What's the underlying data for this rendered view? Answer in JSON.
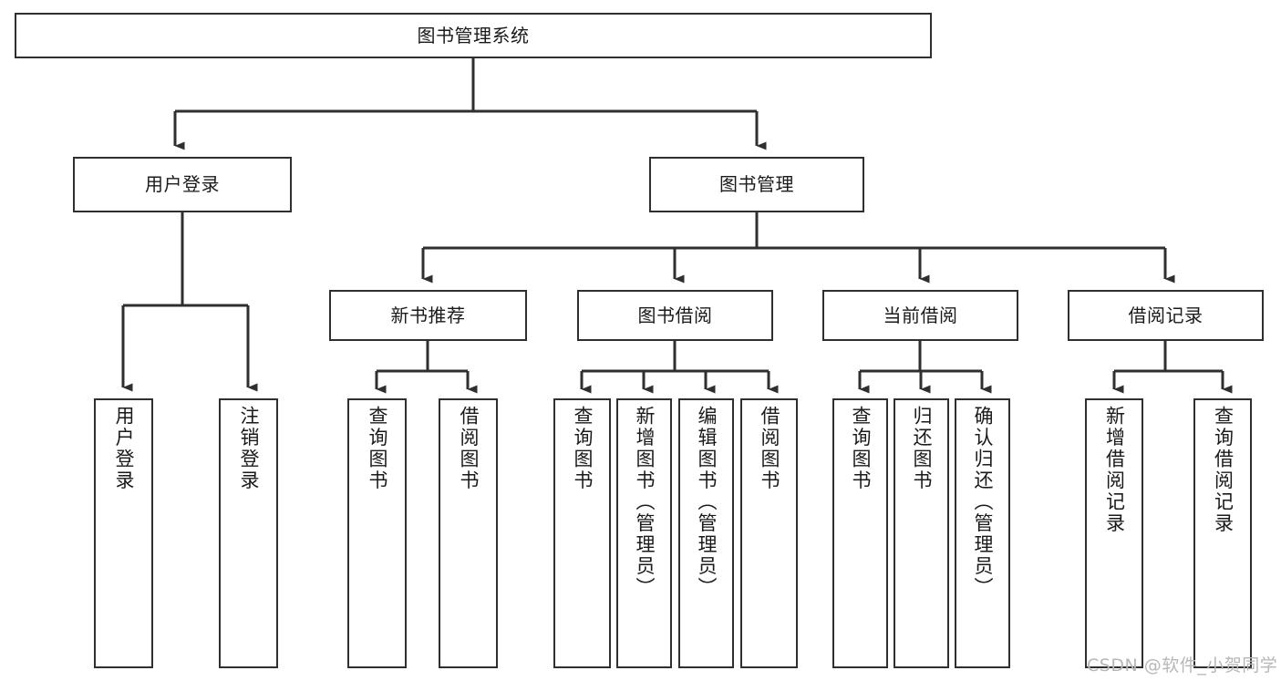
{
  "diagram": {
    "type": "tree-hierarchy",
    "title": "图书管理系统",
    "watermark": "CSDN @软件_小贺同学",
    "colors": {
      "background": "#ffffff",
      "border": "#2f2f2f",
      "text": "#1a1a1a",
      "edge": "#2f2f2f",
      "watermark": "#b7b7b7"
    },
    "nodes": {
      "root": {
        "label": "图书管理系统"
      },
      "level1": [
        {
          "id": "user-login",
          "label": "用户登录"
        },
        {
          "id": "book-management",
          "label": "图书管理"
        }
      ],
      "level2": [
        {
          "id": "new-book-recommend",
          "label": "新书推荐"
        },
        {
          "id": "book-borrow",
          "label": "图书借阅"
        },
        {
          "id": "current-borrow",
          "label": "当前借阅"
        },
        {
          "id": "borrow-record",
          "label": "借阅记录"
        }
      ],
      "leaves": [
        {
          "id": "leaf-user-login",
          "label": "用户登录",
          "parent": "user-login"
        },
        {
          "id": "leaf-logout-login",
          "label": "注销登录",
          "parent": "user-login"
        },
        {
          "id": "leaf-query-book-1",
          "label": "查询图书",
          "parent": "new-book-recommend"
        },
        {
          "id": "leaf-borrow-book-1",
          "label": "借阅图书",
          "parent": "new-book-recommend"
        },
        {
          "id": "leaf-query-book-2",
          "label": "查询图书",
          "parent": "book-borrow"
        },
        {
          "id": "leaf-add-book",
          "label": "新增图书（管理员）",
          "parent": "book-borrow"
        },
        {
          "id": "leaf-edit-book",
          "label": "编辑图书（管理员）",
          "parent": "book-borrow"
        },
        {
          "id": "leaf-borrow-book-2",
          "label": "借阅图书",
          "parent": "book-borrow"
        },
        {
          "id": "leaf-query-book-3",
          "label": "查询图书",
          "parent": "current-borrow"
        },
        {
          "id": "leaf-return-book",
          "label": "归还图书",
          "parent": "current-borrow"
        },
        {
          "id": "leaf-confirm-return",
          "label": "确认归还（管理员）",
          "parent": "current-borrow"
        },
        {
          "id": "leaf-add-record",
          "label": "新增借阅记录",
          "parent": "borrow-record"
        },
        {
          "id": "leaf-query-record",
          "label": "查询借阅记录",
          "parent": "borrow-record"
        }
      ]
    }
  }
}
